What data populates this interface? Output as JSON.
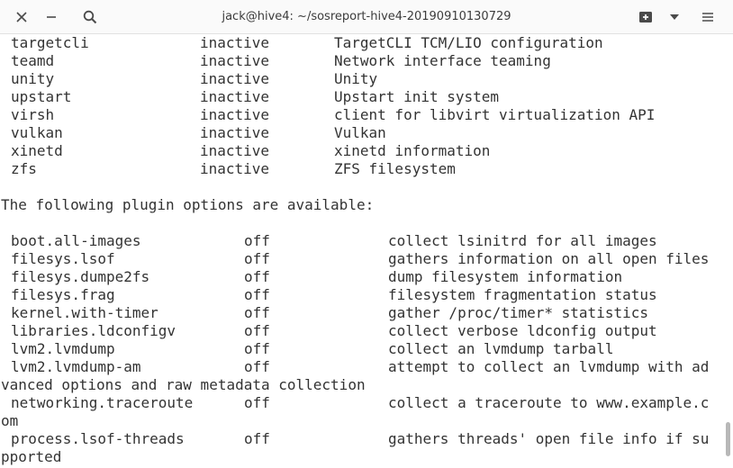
{
  "window": {
    "title": "jack@hive4: ~/sosreport-hive4-20190910130729",
    "icons": {
      "close": "close-icon",
      "minimize": "minimize-icon",
      "search": "search-icon",
      "new_tab": "new-tab-icon",
      "dropdown": "dropdown-icon",
      "menu": "hamburger-menu-icon"
    }
  },
  "terminal": {
    "plugins": [
      {
        "name": "targetcli",
        "status": "inactive",
        "desc": "TargetCLI TCM/LIO configuration"
      },
      {
        "name": "teamd",
        "status": "inactive",
        "desc": "Network interface teaming"
      },
      {
        "name": "unity",
        "status": "inactive",
        "desc": "Unity"
      },
      {
        "name": "upstart",
        "status": "inactive",
        "desc": "Upstart init system"
      },
      {
        "name": "virsh",
        "status": "inactive",
        "desc": "client for libvirt virtualization API"
      },
      {
        "name": "vulkan",
        "status": "inactive",
        "desc": "Vulkan"
      },
      {
        "name": "xinetd",
        "status": "inactive",
        "desc": "xinetd information"
      },
      {
        "name": "zfs",
        "status": "inactive",
        "desc": "ZFS filesystem"
      }
    ],
    "options_header": "The following plugin options are available:",
    "options": [
      {
        "name": "boot.all-images",
        "value": "off",
        "desc": "collect lsinitrd for all images"
      },
      {
        "name": "filesys.lsof",
        "value": "off",
        "desc": "gathers information on all open files"
      },
      {
        "name": "filesys.dumpe2fs",
        "value": "off",
        "desc": "dump filesystem information"
      },
      {
        "name": "filesys.frag",
        "value": "off",
        "desc": "filesystem fragmentation status"
      },
      {
        "name": "kernel.with-timer",
        "value": "off",
        "desc": "gather /proc/timer* statistics"
      },
      {
        "name": "libraries.ldconfigv",
        "value": "off",
        "desc": "collect verbose ldconfig output"
      },
      {
        "name": "lvm2.lvmdump",
        "value": "off",
        "desc": "collect an lvmdump tarball"
      },
      {
        "name": "lvm2.lvmdump-am",
        "value": "off",
        "desc": "attempt to collect an lvmdump with ad",
        "wrap": "vanced options and raw metadata collection"
      },
      {
        "name": "networking.traceroute",
        "value": "off",
        "desc": "collect a traceroute to www.example.c",
        "wrap": "om"
      },
      {
        "name": "process.lsof-threads",
        "value": "off",
        "desc": "gathers threads' open file info if su",
        "wrap": "pported"
      }
    ]
  }
}
